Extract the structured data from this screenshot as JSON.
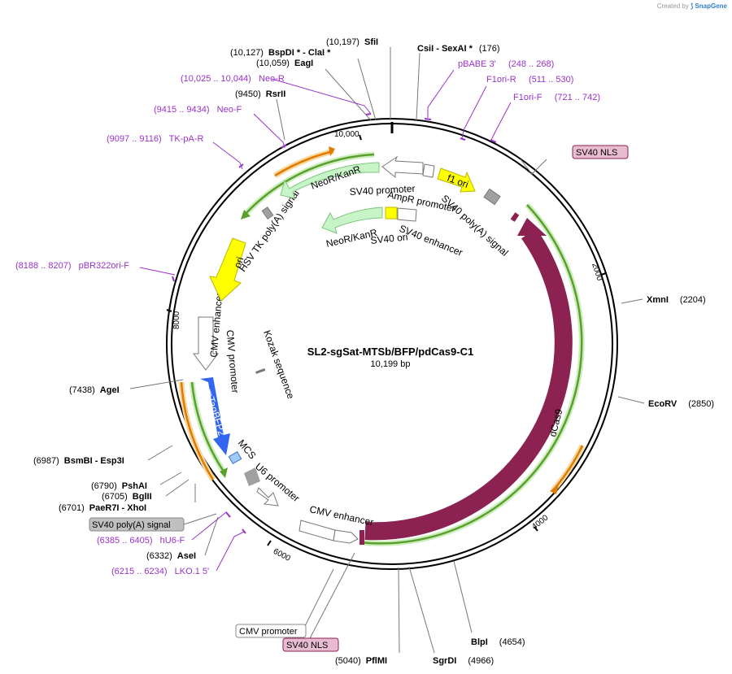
{
  "credit": {
    "prefix": "Created by",
    "brand": "SnapGene"
  },
  "plasmid": {
    "name": "SL2-sgSat-MTSb/BFP/pdCas9-C1",
    "size_label": "10,199 bp"
  },
  "ticks": [
    "10,000",
    "2000",
    "4000",
    "6000",
    "8000"
  ],
  "sites": [
    {
      "id": "sfii",
      "pos": "(10,197)",
      "name": "SfiI"
    },
    {
      "id": "bspdi",
      "pos": "(10,127)",
      "name": "BspDI *  - ClaI *"
    },
    {
      "id": "eagi",
      "pos": "(10,059)",
      "name": "EagI"
    },
    {
      "id": "rsrii",
      "pos": "(9450)",
      "name": "RsrII"
    },
    {
      "id": "csii",
      "pos": "(176)",
      "name": "CsiI   - SexAI *"
    },
    {
      "id": "xmni",
      "pos": "(2204)",
      "name": "XmnI"
    },
    {
      "id": "ecorv",
      "pos": "(2850)",
      "name": "EcoRV"
    },
    {
      "id": "blpi",
      "pos": "(4654)",
      "name": "BlpI"
    },
    {
      "id": "sgrdi",
      "pos": "(4966)",
      "name": "SgrDI"
    },
    {
      "id": "pflmi",
      "pos": "(5040)",
      "name": "PflMI"
    },
    {
      "id": "agei",
      "pos": "(7438)",
      "name": "AgeI"
    },
    {
      "id": "bsmbi",
      "pos": "(6987)",
      "name": "BsmBI  - Esp3I"
    },
    {
      "id": "pshai",
      "pos": "(6790)",
      "name": "PshAI"
    },
    {
      "id": "bglii",
      "pos": "(6705)",
      "name": "BglII"
    },
    {
      "id": "paer7i",
      "pos": "(6701)",
      "name": "PaeR7I  - XhoI"
    },
    {
      "id": "asei",
      "pos": "(6332)",
      "name": "AseI"
    }
  ],
  "primers": [
    {
      "id": "pbabe",
      "text": "pBABE 3'     (248 .. 268)"
    },
    {
      "id": "f1orir",
      "text": "F1ori-R     (511 .. 530)"
    },
    {
      "id": "f1orif",
      "text": "F1ori-F     (721 .. 742)"
    },
    {
      "id": "neor",
      "text": "(10,025 .. 10,044)   Neo-R"
    },
    {
      "id": "neof",
      "text": "(9415 .. 9434)   Neo-F"
    },
    {
      "id": "tkpar",
      "text": "(9097 .. 9116)   TK-pA-R"
    },
    {
      "id": "pbr322",
      "text": "(8188 .. 8207)   pBR322ori-F"
    },
    {
      "id": "hu6f",
      "text": "(6385 .. 6405)   hU6-F"
    },
    {
      "id": "lko",
      "text": "(6215 .. 6234)   LKO.1 5'"
    }
  ],
  "boxed_labels": [
    {
      "id": "sv40nls-top",
      "text": "SV40 NLS",
      "fill": "#e8bcd0"
    },
    {
      "id": "sv40pa-left",
      "text": "SV40 poly(A) signal",
      "fill": "#c0c0c0"
    },
    {
      "id": "cmvprom-bottom",
      "text": "CMV promoter",
      "fill": "#ffffff"
    },
    {
      "id": "sv40nls-bottom",
      "text": "SV40 NLS",
      "fill": "#e8bcd0"
    }
  ],
  "features": [
    {
      "id": "f1ori",
      "label": "f1 ori"
    },
    {
      "id": "sv40pa-inner",
      "label": "SV40 poly(A) signal"
    },
    {
      "id": "ampr",
      "label": "AmpR promoter"
    },
    {
      "id": "sv40prom",
      "label": "SV40 promoter"
    },
    {
      "id": "neokan1",
      "label": "NeoR/KanR"
    },
    {
      "id": "neokan2",
      "label": "NeoR/KanR"
    },
    {
      "id": "sv40ori",
      "label": "SV40 ori"
    },
    {
      "id": "sv40enh",
      "label": "SV40 enhancer"
    },
    {
      "id": "hsvtk",
      "label": "HSV TK poly(A) signal"
    },
    {
      "id": "ori",
      "label": "ori"
    },
    {
      "id": "cmvenh1",
      "label": "CMV enhancer"
    },
    {
      "id": "cmvprom1",
      "label": "CMV promoter"
    },
    {
      "id": "kozak",
      "label": "Kozak sequence"
    },
    {
      "id": "mtagbfp2",
      "label": "mTagBFP2"
    },
    {
      "id": "mcs",
      "label": "MCS"
    },
    {
      "id": "u6",
      "label": "U6 promoter"
    },
    {
      "id": "cmvenh2",
      "label": "CMV enhancer"
    },
    {
      "id": "dcas9",
      "label": "dCas9"
    }
  ],
  "colors": {
    "dcas9": "#8b2252",
    "orf_green": "#5aa02c",
    "orf_orange": "#e07b00",
    "f1ori": "#ffff00",
    "bfp": "#3265f0",
    "neokan": "#c8f5c8",
    "primer": "#9932cc",
    "nls": "#e8bcd0",
    "polya": "#a0a0a0"
  }
}
